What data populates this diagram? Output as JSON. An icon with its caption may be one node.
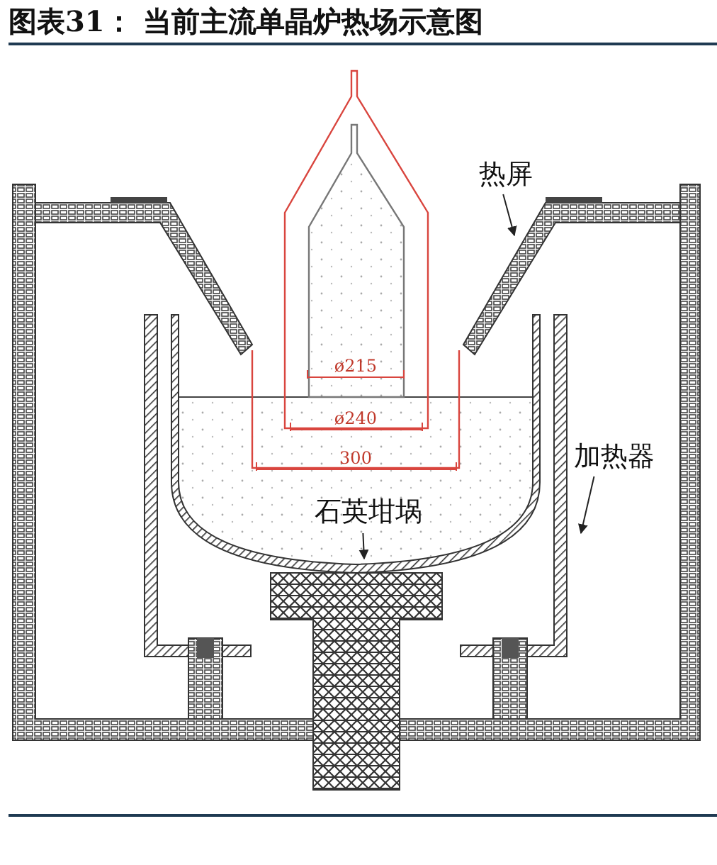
{
  "diagram": {
    "title": "图表31： 当前主流单晶炉热场示意图",
    "nodes": [
      {
        "text": [
          "热屏"
        ]
      },
      {
        "text": [
          "加热器"
        ]
      },
      {
        "text": [
          "石英坩埚"
        ]
      }
    ],
    "edges": [
      {
        "from": 0,
        "to": null,
        "arrow": "to"
      },
      {
        "from": 1,
        "to": null,
        "arrow": "to"
      },
      {
        "from": 2,
        "to": null,
        "arrow": "to"
      }
    ],
    "labels": [
      "ø215",
      "ø240",
      "300"
    ]
  }
}
